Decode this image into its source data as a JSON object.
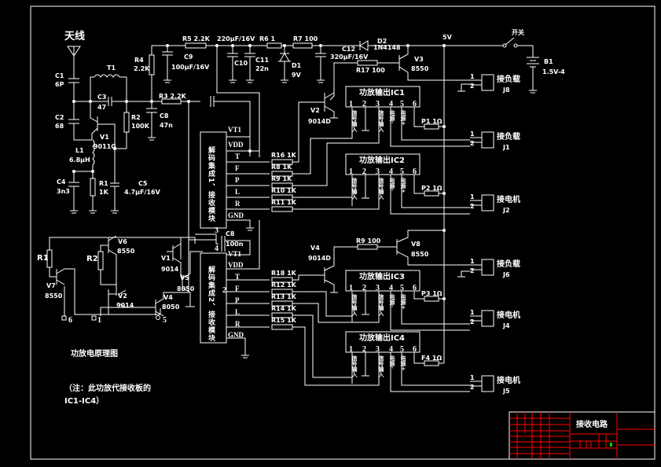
{
  "colors": {
    "background": "#000000",
    "lines": "#ffffff",
    "title_block_grid": "#ff0000",
    "mark": "#00cc00"
  },
  "antenna": "天线",
  "top": {
    "C1": "C1",
    "C1v": "6P",
    "C2": "C2",
    "C2v": "68",
    "C3": "C3",
    "C3v": "47",
    "T1": "T1",
    "V1": "V1",
    "V1v": "9011G",
    "L1": "L1",
    "L1v": "6.8μH",
    "C4": "C4",
    "C4v": "3n3",
    "R1": "R1",
    "R1v": "1K",
    "C5": "C5",
    "C5v": "4.7μF/16V",
    "R2": "R2",
    "R2v": "100K",
    "C8": "C8",
    "C8v": "47n",
    "R3": "R3 2.2K",
    "R4": "R4",
    "R4v": "2.2K",
    "R5": "R5 2.2K",
    "C9": "C9",
    "C9v": "100μF/16V",
    "C10v": "220μF/16V",
    "C10": "C10",
    "C11": "C11",
    "C11v": "22n",
    "R6": "R6 1",
    "R7": "R7 100",
    "D1": "D1",
    "D1v": "9V",
    "C12": "C12",
    "C12v": "320μF/16V",
    "D2": "D2",
    "D2v": "1N4148",
    "V3": "V3",
    "V3v": "8550",
    "R17": "R17 100",
    "supply": "5V",
    "switch": "开关",
    "B1": "B1",
    "B1v": "1.5V-4",
    "V2": "V2",
    "V2v": "9014D"
  },
  "chip1": {
    "text": "解码集成1、接收模块",
    "pins": [
      "VT1",
      "VDD",
      "T",
      "F",
      "P",
      "L",
      "R",
      "GND"
    ],
    "resistors": [
      "R16 1K",
      "R8 1K",
      "R9 1K",
      "R10 1K",
      "R11 1K"
    ]
  },
  "chip2": {
    "text": "解码集成2、接收模块",
    "pins": [
      "VT1",
      "VDD",
      "T",
      "F",
      "P",
      "L",
      "R",
      "GND"
    ],
    "resistors": [
      "R18 1K",
      "R12 1K",
      "R13 1K",
      "R14 1K",
      "R15 1K"
    ],
    "pin_numbers": [
      "3",
      "4",
      "2"
    ],
    "C8": "C8",
    "C8v": "100n"
  },
  "ics": [
    {
      "title": "功放输出IC1",
      "pins": [
        "1",
        "2",
        "3",
        "4",
        "5",
        "6"
      ],
      "res": "P1 1Ω"
    },
    {
      "title": "功放输出IC2",
      "pins": [
        "1",
        "2",
        "3",
        "4",
        "5",
        "6"
      ],
      "res": "P2 1Ω"
    },
    {
      "title": "功放输出IC3",
      "pins": [
        "1",
        "2",
        "3",
        "4",
        "5",
        "6"
      ],
      "res": "P3 1Ω"
    },
    {
      "title": "功放输出IC4",
      "pins": [
        "1",
        "2",
        "3",
        "4",
        "5",
        "6"
      ],
      "res": "F4 1Ω"
    }
  ],
  "ic_pin_labels": [
    "信号输入",
    "信号输入",
    "电源-",
    "电源+"
  ],
  "connectors": [
    {
      "label": "接负载",
      "id": "J8",
      "p1": "1",
      "p2": "2"
    },
    {
      "label": "接负载",
      "id": "J1",
      "p1": "1",
      "p2": "2"
    },
    {
      "label": "接电机",
      "id": "J2",
      "p1": "1",
      "p2": "2"
    },
    {
      "label": "接负载",
      "id": "J6",
      "p1": "1",
      "p2": "2"
    },
    {
      "label": "接电机",
      "id": "J4",
      "p1": "1",
      "p2": "2"
    },
    {
      "label": "接电机",
      "id": "J5",
      "p1": "1",
      "p2": "2"
    }
  ],
  "lower": {
    "V4": "V4",
    "V4v": "9014D",
    "R9": "R9 100",
    "V8": "V8",
    "V8v": "8550"
  },
  "amp": {
    "R1": "R1",
    "R2": "R2",
    "V6": "V6",
    "V6v": "8550",
    "V7": "V7",
    "V7v": "8550",
    "V1": "V1",
    "V1v": "9014",
    "V5": "V5",
    "V5v": "8050",
    "V2": "V2",
    "V2v": "9014",
    "V4": "V4",
    "V4v": "8050",
    "t6": "6",
    "t1": "1",
    "t5": "5"
  },
  "caption": "功放电原理图",
  "note1": "（注：此功放代接收板的",
  "note2": "IC1-IC4）",
  "title_block": {
    "title": "接收电路"
  }
}
